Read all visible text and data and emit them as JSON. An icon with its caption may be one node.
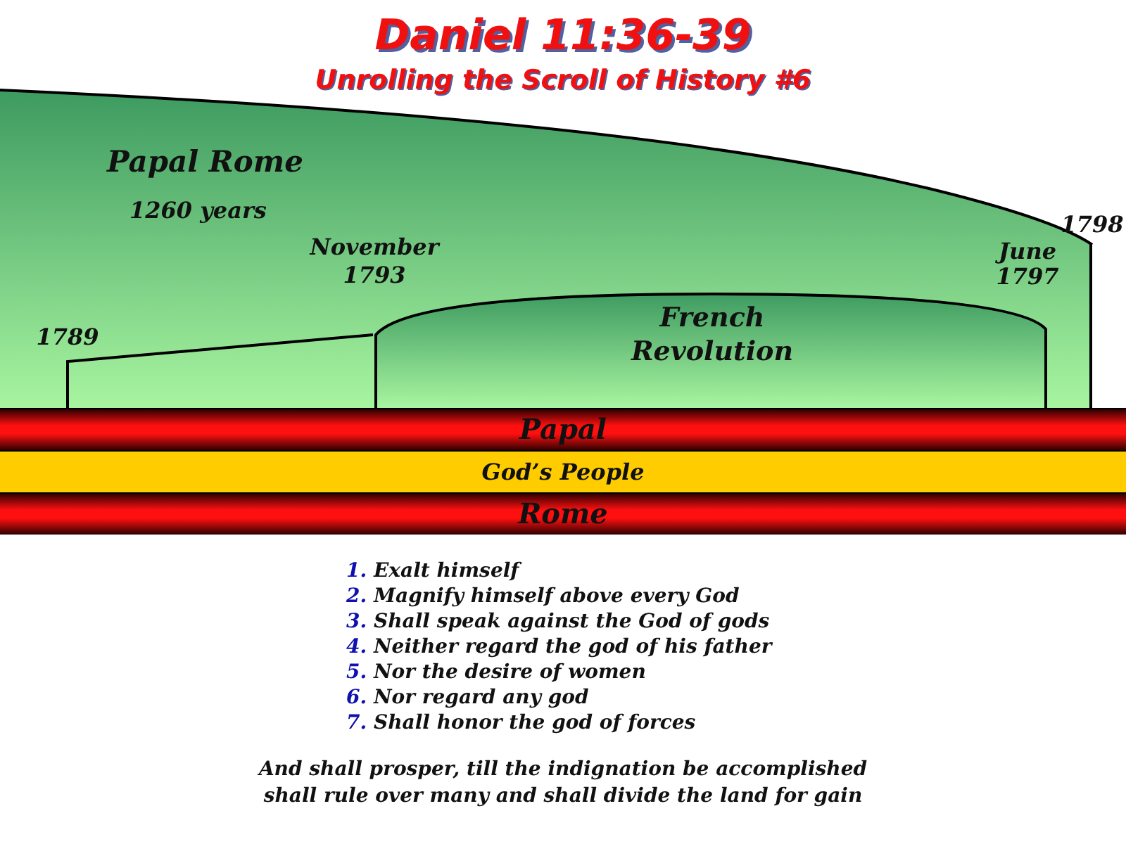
{
  "diagram": {
    "title": "Daniel 11:36-39",
    "nodes": [
      {
        "text": [
          "Papal Rome",
          "1260 years"
        ]
      },
      {
        "text": [
          "French Revolution"
        ],
        "in": 0
      },
      {
        "text": [
          "Papal"
        ]
      },
      {
        "text": [
          "God’s People"
        ]
      },
      {
        "text": [
          "Rome"
        ]
      }
    ],
    "edges": [],
    "labels": [
      "Unrolling the Scroll of History #6",
      "November 1793",
      "1789",
      "June 1797",
      "1798",
      "1. Exalt himself",
      "2. Magnify himself above every God",
      "3. Shall speak against the God of gods",
      "4. Neither regard the god of his father",
      "5. Nor the desire of women",
      "6. Nor regard any god",
      "7. Shall honor the god of forces",
      "And shall prosper, till the indignation be accomplished shall rule over many and shall divide the land for gain"
    ]
  }
}
